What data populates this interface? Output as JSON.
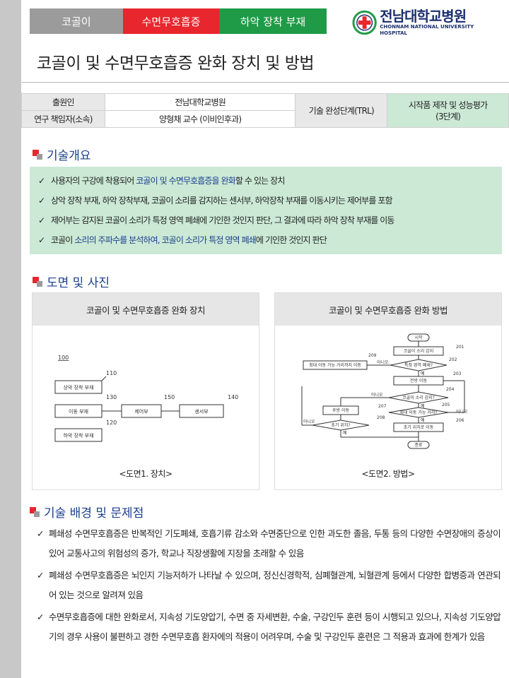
{
  "tags": [
    "코골이",
    "수면무호흡증",
    "하악 장착 부재"
  ],
  "logo": {
    "name": "전남대학교병원",
    "english": "CHONNAM NATIONAL UNIVERSITY HOSPITAL"
  },
  "title": "코골이 및 수면무호흡증 완화 장치 및 방법",
  "info": {
    "applicant_label": "출원인",
    "applicant": "전남대학교병원",
    "researcher_label": "연구 책임자(소속)",
    "researcher": "양형채 교수 (이비인후과)",
    "trl_label": "기술 완성단계(TRL)",
    "trl_value_line1": "시작품 제작 및 성능평가",
    "trl_value_line2": "(3단계)"
  },
  "overview": {
    "heading": "기술개요",
    "items": [
      {
        "pre": "사용자의 구강에 착용되어 ",
        "hl": "코골이 및 수면무호흡증을 완화",
        "post": "할 수 있는 장치"
      },
      {
        "pre": "상악 장착 부재, 하악 장착부재, 코골이 소리를 감지하는 센서부, 하악장착 부재를 이동시키는 제어부를 포함",
        "hl": "",
        "post": ""
      },
      {
        "pre": "제어부는 감지된 코골이 소리가 특정 영역 폐쇄에 기인한 것인지 판단, 그 결과에 따라 하악 장착 부재를 이동",
        "hl": "",
        "post": ""
      },
      {
        "pre": "코골이 ",
        "hl": "소리의 주파수를 분석하여, 코골이 소리가 특정 영역 폐쇄",
        "post": "에 기인한 것인지 판단"
      }
    ]
  },
  "drawings": {
    "heading": "도면 및 사진",
    "panel1": {
      "title": "코골이 및 수면무호흡증 완화 장치",
      "caption": "<도면1. 장치>",
      "labels": {
        "ref100": "100",
        "ref110": "110",
        "ref120": "120",
        "ref130": "130",
        "ref140": "140",
        "ref150": "150",
        "upper": "상악 장착 부재",
        "move": "이동 부재",
        "control": "제어부",
        "sensor": "센서부",
        "lower": "하악 장착 부재"
      }
    },
    "panel2": {
      "title": "코골이 및 수면무호흡증 완화 방법",
      "caption": "<도면2. 방법>",
      "labels": {
        "start": "시작",
        "detect1": "코골이 소리 감지",
        "closed": "특정 영역 폐쇄?",
        "max_move": "최대 이동 가능 거리까지 이동",
        "forward": "전방 이동",
        "detect2": "코골이 소리 감지?",
        "backward": "후방 이동",
        "reached": "최대 이동 가능 거리?",
        "early_pos": "초기 위치?",
        "to_early": "초기 위치로 이동",
        "end": "종료",
        "yes": "예",
        "no": "아니오",
        "r201": "201",
        "r202": "202",
        "r203": "203",
        "r204": "204",
        "r205": "205",
        "r206": "206",
        "r207": "207",
        "r208": "208",
        "r209": "209"
      }
    }
  },
  "background": {
    "heading": "기술 배경 및 문제점",
    "items": [
      "폐쇄성 수면무호흡증은 반복적인 기도폐쇄, 호흡기류 감소와 수면중단으로 인한 과도한 졸음, 두통 등의 다양한 수면장애의 증상이 있어 교통사고의 위험성의 증가, 학교나 직장생활에 지장을 초래할 수 있음",
      "폐쇄성 수면무호흡증은 뇌인지 기능저하가 나타날 수 있으며, 정신신경학적, 심폐혈관계, 뇌혈관계 등에서 다양한 합병증과 연관되어 있는 것으로 알려져 있음",
      "수면무호흡증에 대한 완화로서, 지속성 기도양압기, 수면 중 자세변환, 수술, 구강인두 훈련 등이 시행되고 있으나, 지속성 기도양압기의 경우 사용이 불편하고 경한 수면무호흡 환자에의 적용이 어려우며, 수술 및 구강인두 훈련은 그 적용과 효과에 한계가 있음"
    ]
  },
  "colors": {
    "red": "#e8262d",
    "green": "#1f9a47",
    "gray": "#9b9b9b",
    "navy": "#1c3f8c",
    "mint": "#cbe9d5"
  },
  "icons": {
    "check": "check-icon",
    "bullet": "section-square-icon",
    "logo": "hospital-logo-icon"
  }
}
